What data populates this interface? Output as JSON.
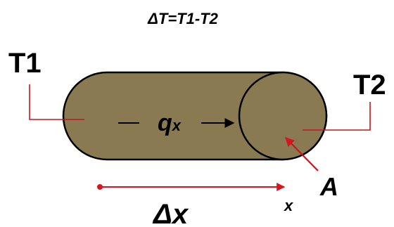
{
  "equation": "ΔT=T1-T2",
  "labels": {
    "t1": "T1",
    "t2": "T2",
    "q_main": "q",
    "q_sub": "x",
    "area": "A",
    "length": "Δx",
    "axis": "x"
  },
  "colors": {
    "cylinder_fill": "#8a7a52",
    "outline": "#000000",
    "leader": "#c8141e",
    "dimension": "#d8141e",
    "background": "#ffffff"
  }
}
